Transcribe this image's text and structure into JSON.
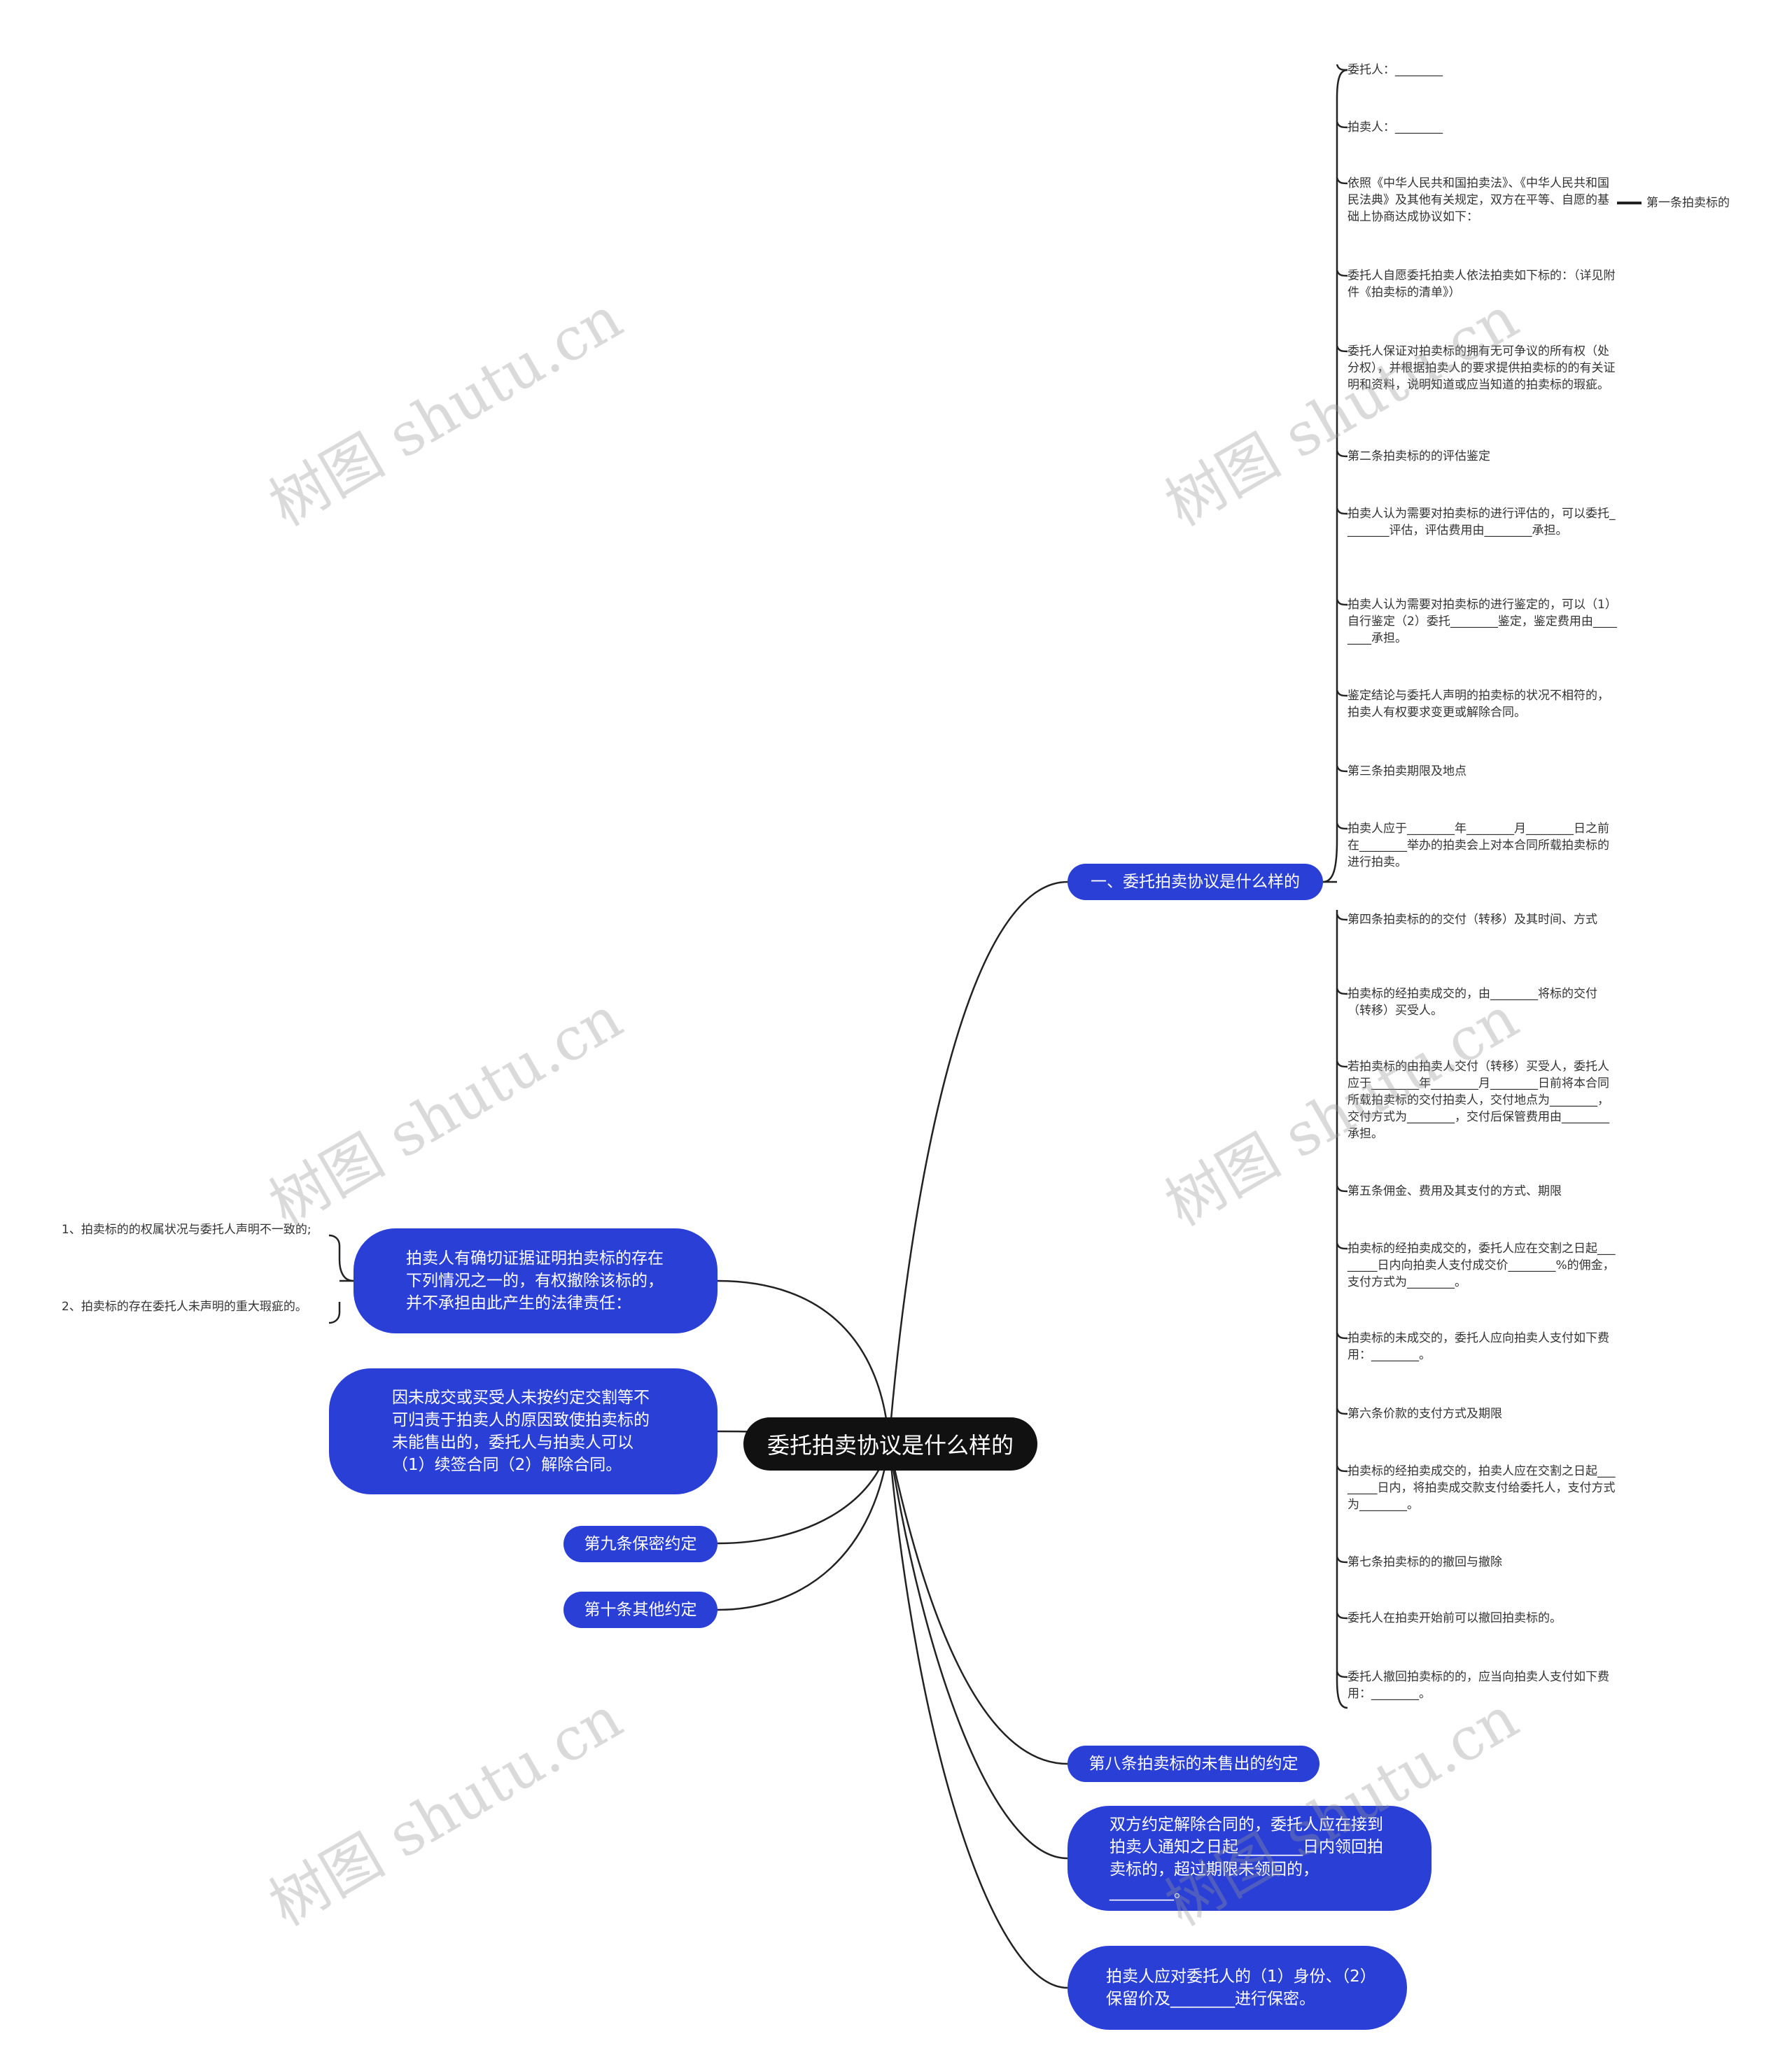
{
  "root": {
    "label": "委托拍卖协议是什么样的"
  },
  "branch1": {
    "label": "一、委托拍卖协议是什么样的",
    "items": [
      "委托人：________",
      "拍卖人：________",
      "依照《中华人民共和国拍卖法》、《中华人民共和国民法典》及其他有关规定，双方在平等、自愿的基础上协商达成协议如下：",
      "委托人自愿委托拍卖人依法拍卖如下标的：（详见附件《拍卖标的清单》）",
      "委托人保证对拍卖标的拥有无可争议的所有权（处分权），并根据拍卖人的要求提供拍卖标的的有关证明和资料，说明知道或应当知道的拍卖标的瑕疵。",
      "第二条拍卖标的的评估鉴定",
      "拍卖人认为需要对拍卖标的进行评估的，可以委托________评估，评估费用由________承担。",
      "拍卖人认为需要对拍卖标的进行鉴定的，可以（1）自行鉴定（2）委托________鉴定，鉴定费用由________承担。",
      "鉴定结论与委托人声明的拍卖标的状况不相符的，拍卖人有权要求变更或解除合同。",
      "第三条拍卖期限及地点",
      "拍卖人应于________年________月________日之前在________举办的拍卖会上对本合同所载拍卖标的进行拍卖。",
      "第四条拍卖标的的交付（转移）及其时间、方式",
      "拍卖标的经拍卖成交的，由________将标的交付（转移）买受人。",
      "若拍卖标的由拍卖人交付（转移）买受人，委托人应于________年________月________日前将本合同所载拍卖标的交付拍卖人，交付地点为________，交付方式为________，交付后保管费用由________承担。",
      "第五条佣金、费用及其支付的方式、期限",
      "拍卖标的经拍卖成交的，委托人应在交割之日起________日内向拍卖人支付成交价________%的佣金，支付方式为________。",
      "拍卖标的未成交的，委托人应向拍卖人支付如下费用：________。",
      "第六条价款的支付方式及期限",
      "拍卖标的经拍卖成交的，拍卖人应在交割之日起________日内，将拍卖成交款支付给委托人，支付方式为________。",
      "第七条拍卖标的的撤回与撤除",
      "委托人在拍卖开始前可以撤回拍卖标的。",
      "委托人撤回拍卖标的的，应当向拍卖人支付如下费用：________。"
    ],
    "item3_child": "第一条拍卖标的"
  },
  "branch_left1": {
    "label": "拍卖人有确切证据证明拍卖标的存在下列情况之一的，有权撤除该标的，并不承担由此产生的法律责任：",
    "items": [
      "1、拍卖标的的权属状况与委托人声明不一致的;",
      "2、拍卖标的存在委托人未声明的重大瑕疵的。"
    ]
  },
  "branch_left2": {
    "label": "因未成交或买受人未按约定交割等不可归责于拍卖人的原因致使拍卖标的未能售出的，委托人与拍卖人可以（1）续签合同（2）解除合同。"
  },
  "branch_left3": {
    "label": "第九条保密约定"
  },
  "branch_left4": {
    "label": "第十条其他约定"
  },
  "branch_right2": {
    "label": "第八条拍卖标的未售出的约定"
  },
  "branch_right3": {
    "label": "双方约定解除合同的，委托人应在接到拍卖人通知之日起________日内领回拍卖标的，超过期限未领回的，________。"
  },
  "branch_right4": {
    "label": "拍卖人应对委托人的（1）身份、（2）保留价及________进行保密。"
  },
  "watermark": "树图 shutu.cn",
  "colors": {
    "node_fill": "#2a3fd6",
    "root_fill": "#111111",
    "line": "#222222"
  }
}
